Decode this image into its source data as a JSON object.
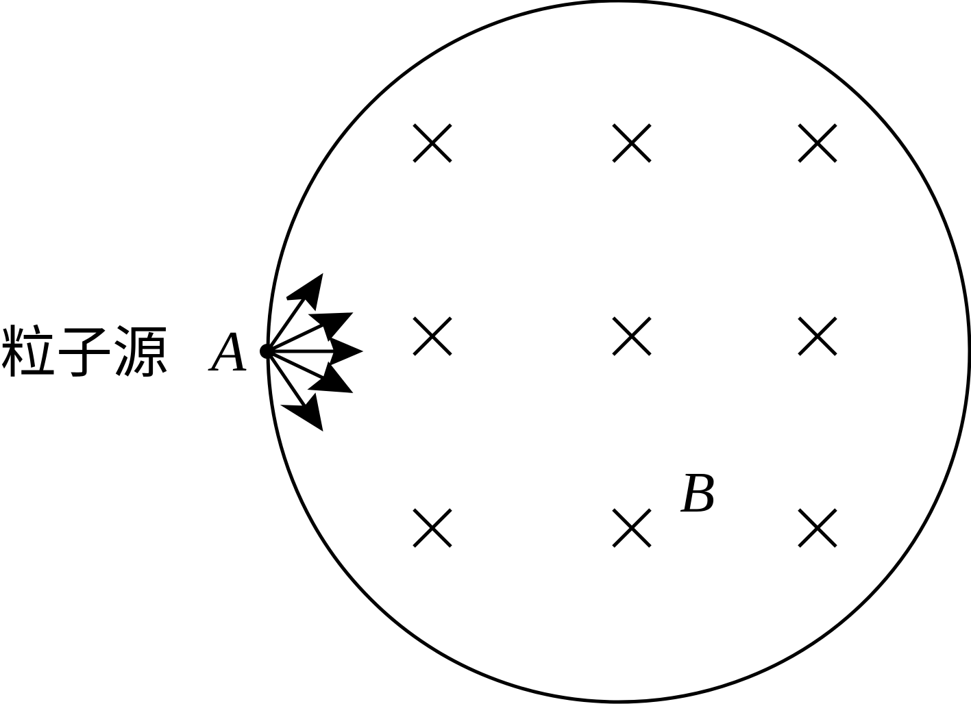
{
  "diagram": {
    "source_label": "粒子源",
    "point_label": "A",
    "field_label": "B",
    "field_symbol": "×",
    "line_color": "#000000",
    "background_color": "#ffffff"
  }
}
